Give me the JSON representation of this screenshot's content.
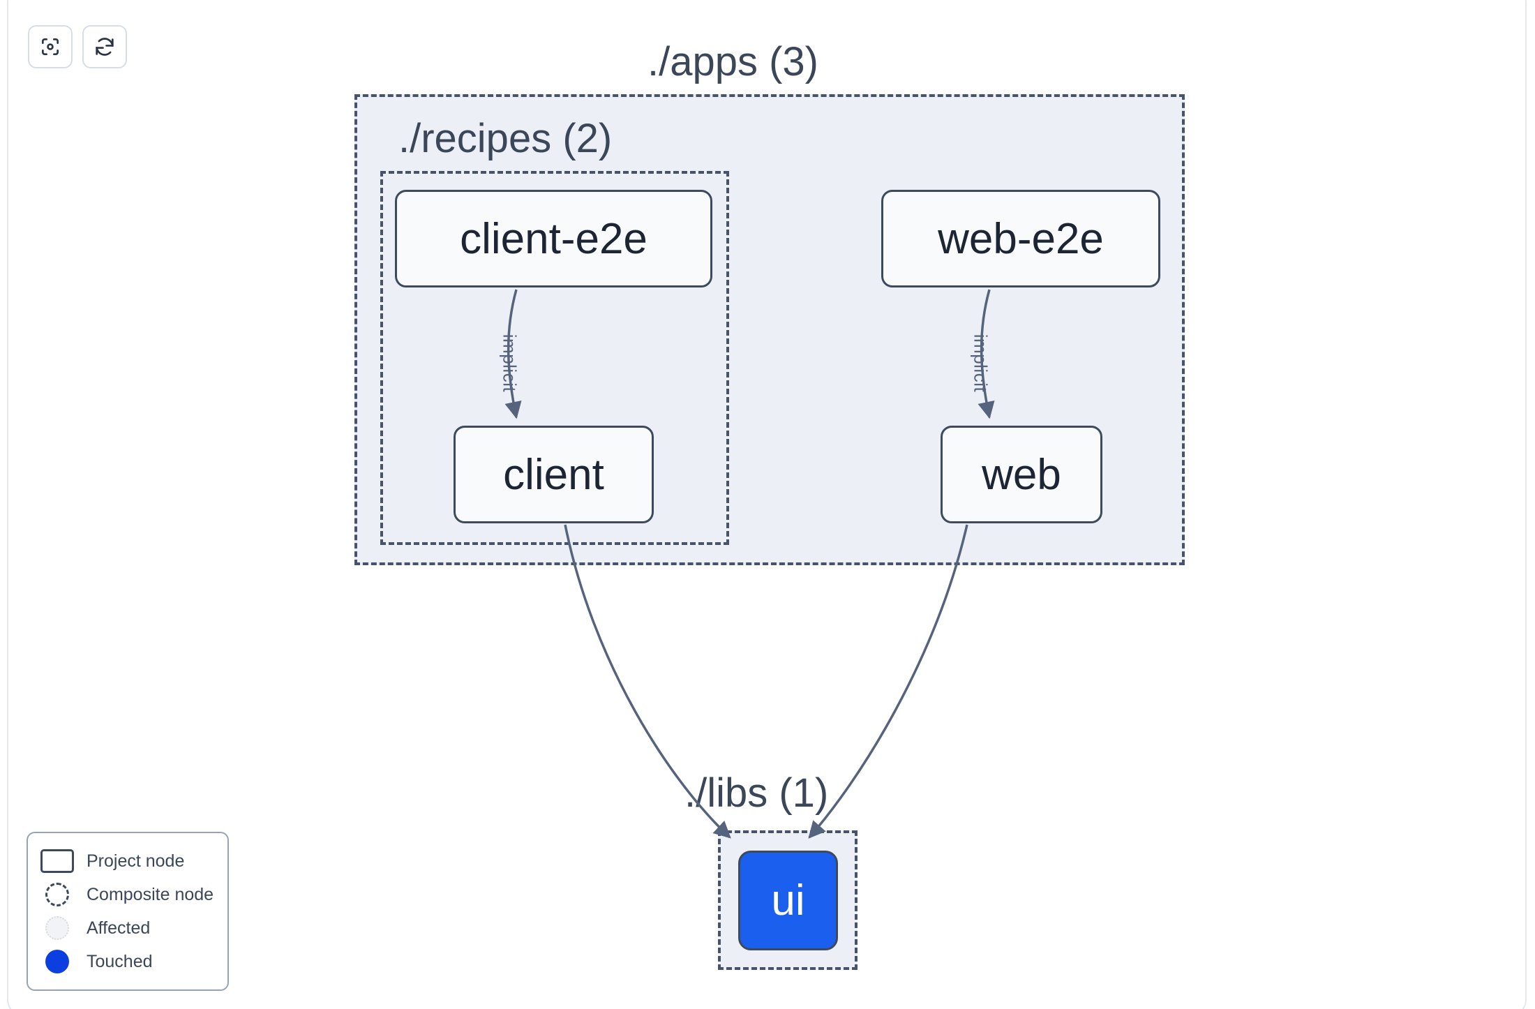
{
  "app": {
    "kind": "project-dependency-graph",
    "background": "#ffffff"
  },
  "toolbar": {
    "buttons": [
      {
        "name": "focus-target-button",
        "icon": "focus-target-icon",
        "label": ""
      },
      {
        "name": "refresh-button",
        "icon": "refresh-icon",
        "label": ""
      }
    ]
  },
  "graph": {
    "groups": [
      {
        "id": "apps",
        "label": "./apps (3)",
        "count": 3,
        "type": "composite"
      },
      {
        "id": "recipes",
        "label": "./recipes (2)",
        "count": 2,
        "type": "composite"
      },
      {
        "id": "libs",
        "label": "./libs (1)",
        "count": 1,
        "type": "composite"
      }
    ],
    "nodes": [
      {
        "id": "client-e2e",
        "label": "client-e2e",
        "group": "recipes",
        "state": "project"
      },
      {
        "id": "client",
        "label": "client",
        "group": "recipes",
        "state": "project"
      },
      {
        "id": "web-e2e",
        "label": "web-e2e",
        "group": "apps",
        "state": "project"
      },
      {
        "id": "web",
        "label": "web",
        "group": "apps",
        "state": "project"
      },
      {
        "id": "ui",
        "label": "ui",
        "group": "libs",
        "state": "touched"
      }
    ],
    "edges": [
      {
        "from": "client-e2e",
        "to": "client",
        "label": "implicit"
      },
      {
        "from": "web-e2e",
        "to": "web",
        "label": "implicit"
      },
      {
        "from": "client",
        "to": "ui",
        "label": ""
      },
      {
        "from": "web",
        "to": "ui",
        "label": ""
      }
    ]
  },
  "legend": {
    "items": [
      {
        "swatch": "project-node-swatch",
        "label": "Project node"
      },
      {
        "swatch": "composite-node-swatch",
        "label": "Composite node"
      },
      {
        "swatch": "affected-swatch",
        "label": "Affected"
      },
      {
        "swatch": "touched-swatch",
        "label": "Touched"
      }
    ]
  },
  "colors": {
    "node_border": "#3d495d",
    "node_fill": "#f8fafc",
    "composite_fill": "#eceff5",
    "composite_border": "#47536b",
    "touched_blue": "#1a5fee",
    "legend_touched_blue": "#0b3fe0",
    "edge_stroke": "#56637c",
    "text": "#1d2433",
    "label_text": "#3b4758"
  }
}
